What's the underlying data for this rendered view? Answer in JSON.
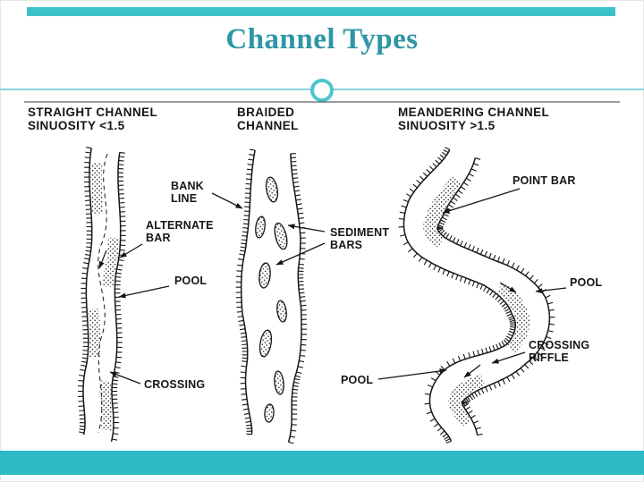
{
  "slide": {
    "title": "Channel Types"
  },
  "colors": {
    "accent_top": "#3cc0ca",
    "accent_bottom": "#2db9c6",
    "title": "#2e96a6",
    "divider_line": "#8ad4da",
    "ring": "#4ec4cd",
    "ink": "#161616"
  },
  "diagram": {
    "columns": {
      "straight": {
        "line1": "STRAIGHT CHANNEL",
        "line2": "SINUOSITY <1.5"
      },
      "braided": {
        "line1": "BRAIDED",
        "line2": "CHANNEL"
      },
      "meandering": {
        "line1": "MEANDERING CHANNEL",
        "line2": "SINUOSITY >1.5"
      }
    },
    "labels": {
      "bank_line": {
        "line1": "BANK",
        "line2": "LINE"
      },
      "alternate_bar": {
        "line1": "ALTERNATE",
        "line2": "BAR"
      },
      "pool_left": "POOL",
      "crossing_left": "CROSSING",
      "sediment_bars": {
        "line1": "SEDIMENT",
        "line2": "BARS"
      },
      "pool_center": "POOL",
      "point_bar": "POINT BAR",
      "pool_right": "POOL",
      "crossing_riffle": {
        "line1": "CROSSING",
        "line2": "RIFFLE"
      }
    }
  }
}
